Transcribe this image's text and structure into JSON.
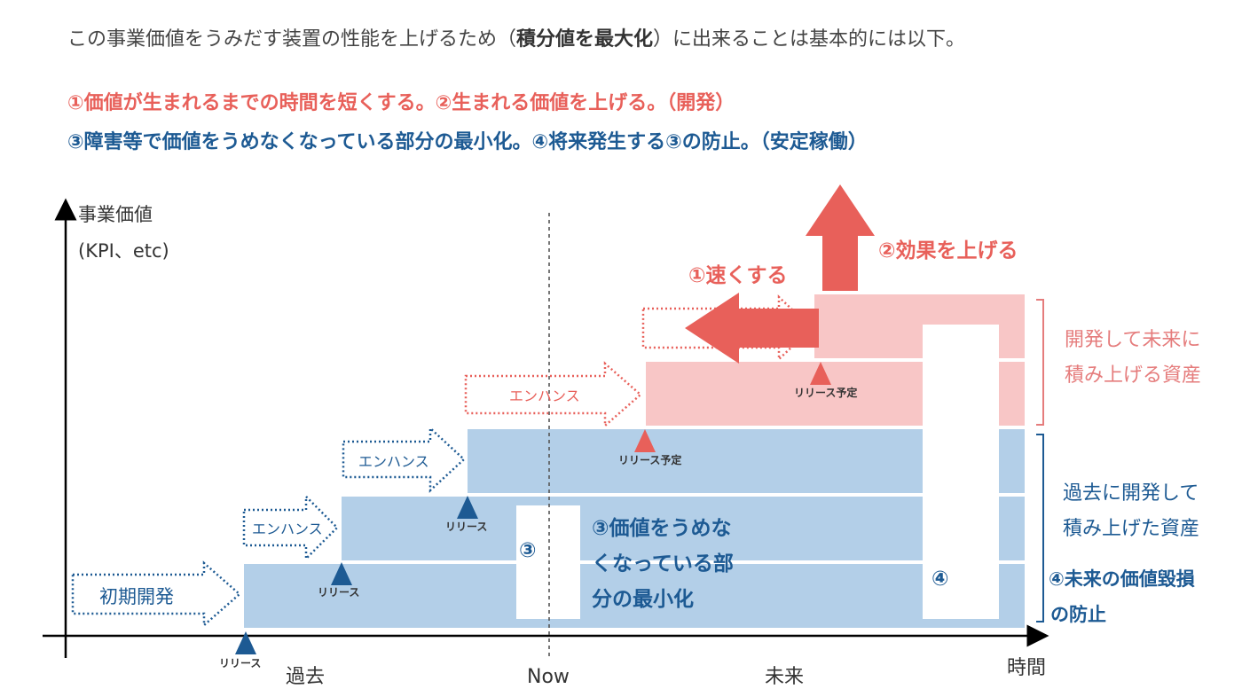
{
  "header": {
    "intro_pre": "この事業価値をうみだす装置の性能を上げるため（",
    "intro_bold": "積分値を最大化",
    "intro_post": "）に出来ることは基本的には以下。",
    "line_dev": "①価値が生まれるまでの時間を短くする。②生まれる価値を上げる。（開発）",
    "line_ops": "③障害等で価値をうめなくなっている部分の最小化。④将来発生する③の防止。（安定稼働）"
  },
  "diagram": {
    "y_axis_label": "事業価値",
    "y_axis_sub": "(KPI、etc)",
    "x_labels": {
      "past": "過去",
      "now": "Now",
      "future": "未来",
      "time": "時間"
    },
    "stage_initial": "初期開発",
    "enhance_label": "エンハンス",
    "release_label": "リリース",
    "release_planned_label": "リリース予定",
    "faster_label": "①速くする",
    "effect_label": "②効果を上げる",
    "gap3_marker": "③",
    "gap3_text": [
      "③価値をうめな",
      "くなっている部",
      "分の最小化"
    ],
    "gap4_marker": "④",
    "future_asset_label": [
      "開発して未来に",
      "積み上げる資産"
    ],
    "past_asset_label": [
      "過去に開発して",
      "積み上げた資産"
    ],
    "prevent_label": [
      "④未来の価値毀損",
      "の防止"
    ]
  },
  "colors": {
    "blue_fill": "#b3cfe8",
    "pink_fill": "#f8c6c6",
    "blue_dark": "#1d5a93",
    "red": "#e8605a",
    "pink_text": "#e57c7c"
  }
}
